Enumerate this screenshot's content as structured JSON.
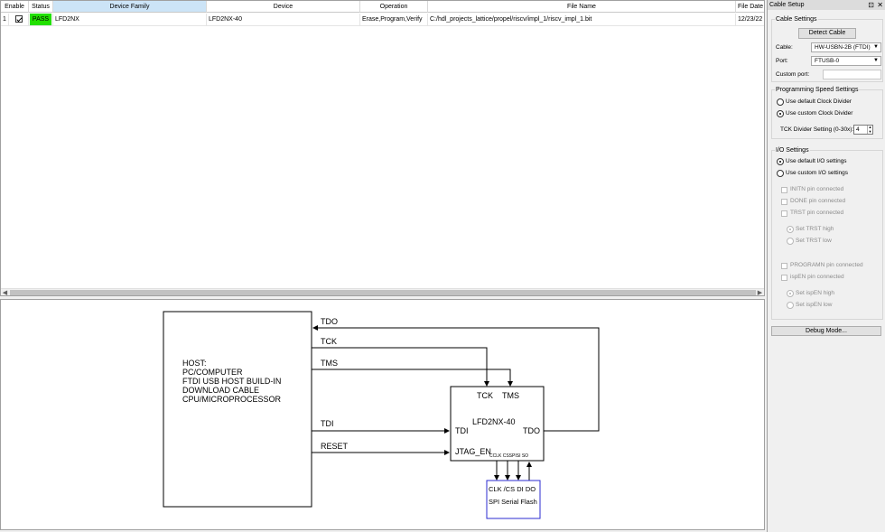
{
  "table": {
    "columns": [
      "Enable",
      "Status",
      "Device Family",
      "Device",
      "Operation",
      "File Name",
      "File Date"
    ],
    "rows": [
      {
        "index": "1",
        "enabled": true,
        "status": "PASS",
        "family": "LFD2NX",
        "device": "LFD2NX-40",
        "operation": "Erase,Program,Verify",
        "file_name": "C:/hdl_projects_lattice/propel/riscv/impl_1/riscv_impl_1.bit",
        "file_date": "12/23/22 ..."
      }
    ],
    "scroll_left": "◀",
    "scroll_right": "▶"
  },
  "diagram": {
    "host_lines": [
      "HOST:",
      "PC/COMPUTER",
      "FTDI USB HOST BUILD-IN",
      "DOWNLOAD CABLE",
      "CPU/MICROPROCESSOR"
    ],
    "signals": {
      "tdo": "TDO",
      "tck": "TCK",
      "tms": "TMS",
      "tdi": "TDI",
      "reset": "RESET"
    },
    "device": {
      "name": "LFD2NX-40",
      "tck": "TCK",
      "tms": "TMS",
      "tdi": "TDI",
      "tdo": "TDO",
      "jtag_en": "JTAG_EN",
      "spi_pins": "CCLK CSSPISI  SO"
    },
    "flash": {
      "pins": "CLK /CS DI DO",
      "name": "SPI Serial Flash"
    }
  },
  "panel": {
    "title": "Cable Setup",
    "pin_icon": "⊡",
    "close_icon": "✕",
    "cable_settings": {
      "title": "Cable Settings",
      "detect_button": "Detect Cable",
      "cable_label": "Cable:",
      "cable_value": "HW-USBN-2B (FTDI)",
      "port_label": "Port:",
      "port_value": "FTUSB-0",
      "custom_port_label": "Custom port:",
      "custom_port_value": ""
    },
    "speed": {
      "title": "Programming Speed Settings",
      "default_label": "Use default Clock Divider",
      "custom_label": "Use custom Clock Divider",
      "divider_label": "TCK Divider Setting (0-30x):",
      "divider_value": "4"
    },
    "io": {
      "title": "I/O Settings",
      "default_label": "Use default I/O settings",
      "custom_label": "Use custom I/O settings",
      "initn": "INITN pin connected",
      "done": "DONE pin connected",
      "trst": "TRST pin connected",
      "trst_high": "Set TRST high",
      "trst_low": "Set TRST low",
      "programn": "PROGRAMN pin connected",
      "ispen": "ispEN pin connected",
      "ispen_high": "Set ispEN high",
      "ispen_low": "Set ispEN low"
    },
    "debug_button": "Debug Mode..."
  },
  "colors": {
    "pass": "#22e000",
    "selected_header": "#cce4f7",
    "flash_border": "#2b2bd0"
  }
}
